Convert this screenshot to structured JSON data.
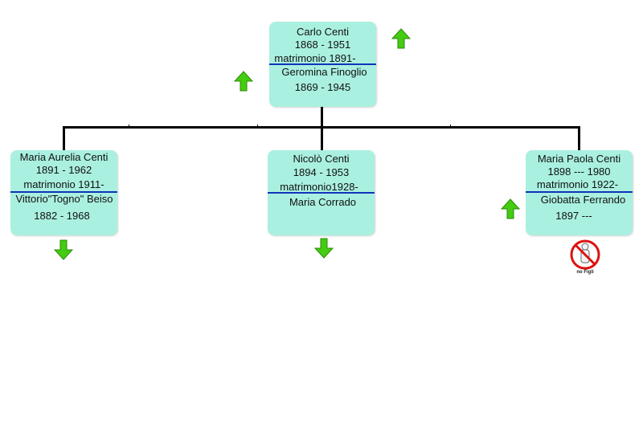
{
  "root": {
    "name": "Carlo Centi",
    "dates": "1868 - 1951",
    "marriage": "matrimonio 1891-",
    "spouse": "Geromina Finoglio",
    "spouse_dates": "1869 - 1945"
  },
  "children": [
    {
      "name": "Maria Aurelia Centi",
      "dates": "1891 - 1962",
      "marriage": "matrimonio 1911-",
      "spouse": "Vittorio\"Togno\" Beiso",
      "spouse_dates": "1882 - 1968"
    },
    {
      "name": "Nicolò Centi",
      "dates": "1894 - 1953",
      "marriage": "matrimonio1928-",
      "spouse": "Maria Corrado"
    },
    {
      "name": "Maria Paola Centi",
      "dates": "1898 --- 1980",
      "marriage": "matrimonio 1922-",
      "spouse": "Giobatta Ferrando",
      "spouse_dates": "1897 ---"
    }
  ],
  "no_children_label": "no Figli",
  "colors": {
    "node_bg": "#aaf0e0",
    "separator": "#1133bb",
    "arrow": "#44cc11"
  },
  "icons": [
    "arrow-up-icon",
    "arrow-down-icon",
    "no-children-icon"
  ]
}
